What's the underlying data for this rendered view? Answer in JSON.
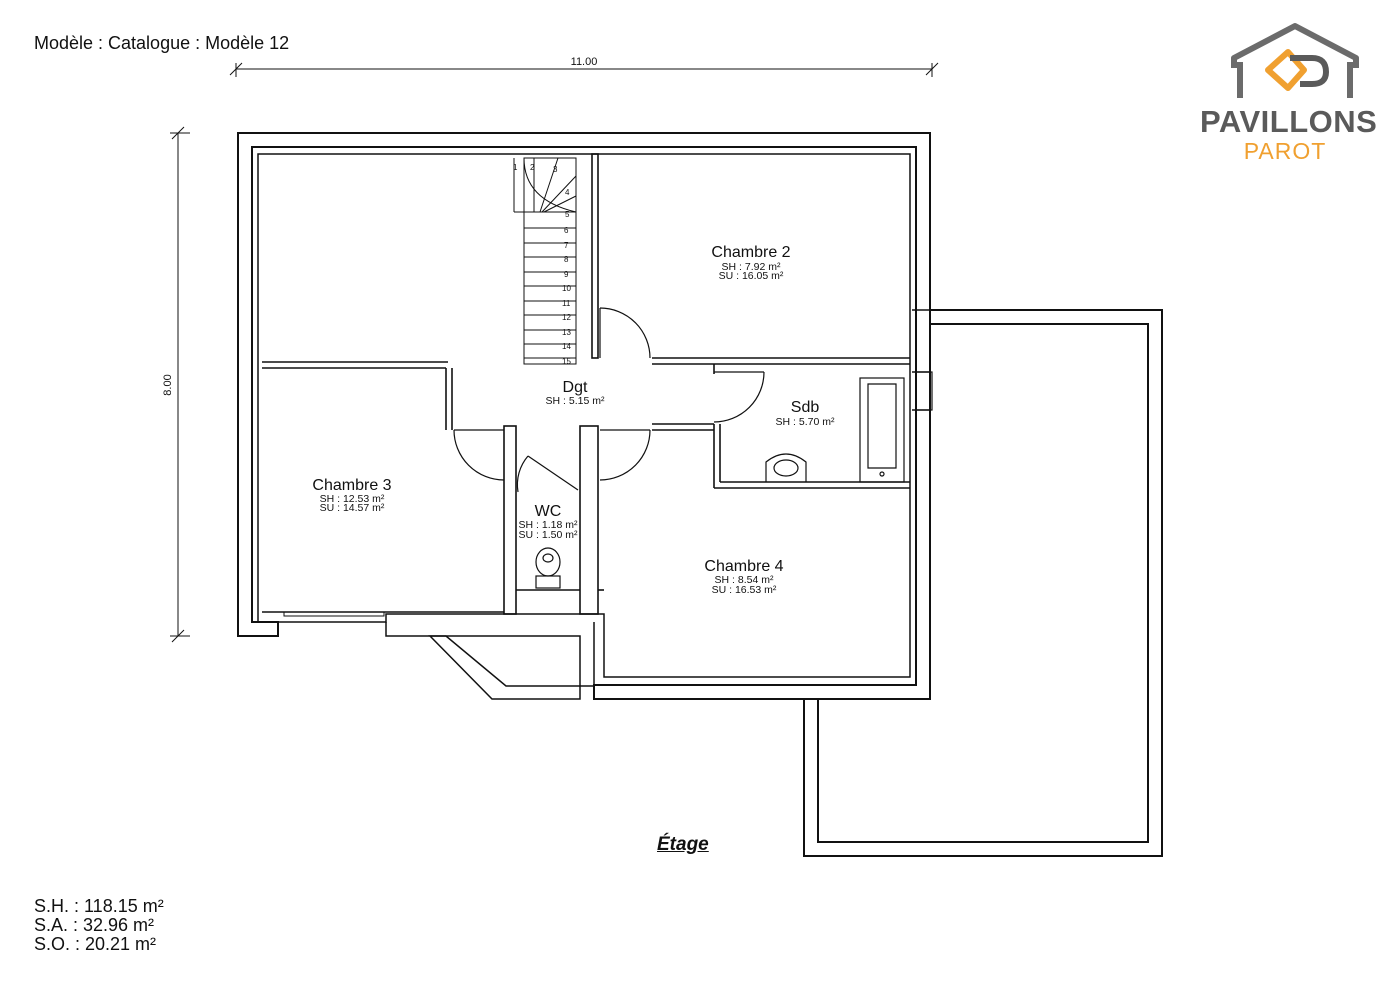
{
  "header": {
    "model_title": "Modèle : Catalogue : Modèle 12"
  },
  "logo": {
    "brand_main": "PAVILLONS",
    "brand_sub": "PAROT",
    "accent_color": "#f0a030",
    "roof_color": "#6b6b6b"
  },
  "dimensions": {
    "width_label": "11.00",
    "height_label": "8.00"
  },
  "rooms": {
    "chambre2": {
      "name": "Chambre 2",
      "sh": "SH : 7.92 m²",
      "su": "SU : 16.05 m²"
    },
    "dgt": {
      "name": "Dgt",
      "sh": "SH : 5.15 m²"
    },
    "sdb": {
      "name": "Sdb",
      "sh": "SH : 5.70 m²"
    },
    "chambre3": {
      "name": "Chambre 3",
      "sh": "SH : 12.53 m²",
      "su": "SU : 14.57 m²"
    },
    "wc": {
      "name": "WC",
      "sh": "SH : 1.18 m²",
      "su": "SU : 1.50 m²"
    },
    "chambre4": {
      "name": "Chambre 4",
      "sh": "SH : 8.54 m²",
      "su": "SU : 16.53 m²"
    }
  },
  "stairs": {
    "steps": [
      "1",
      "2",
      "3",
      "4",
      "5",
      "6",
      "7",
      "8",
      "9",
      "10",
      "11",
      "12",
      "13",
      "14",
      "15"
    ]
  },
  "caption": "Étage",
  "totals": {
    "sh": "S.H. : 118.15 m²",
    "sa": "S.A. : 32.96 m²",
    "so": "S.O. : 20.21 m²"
  }
}
